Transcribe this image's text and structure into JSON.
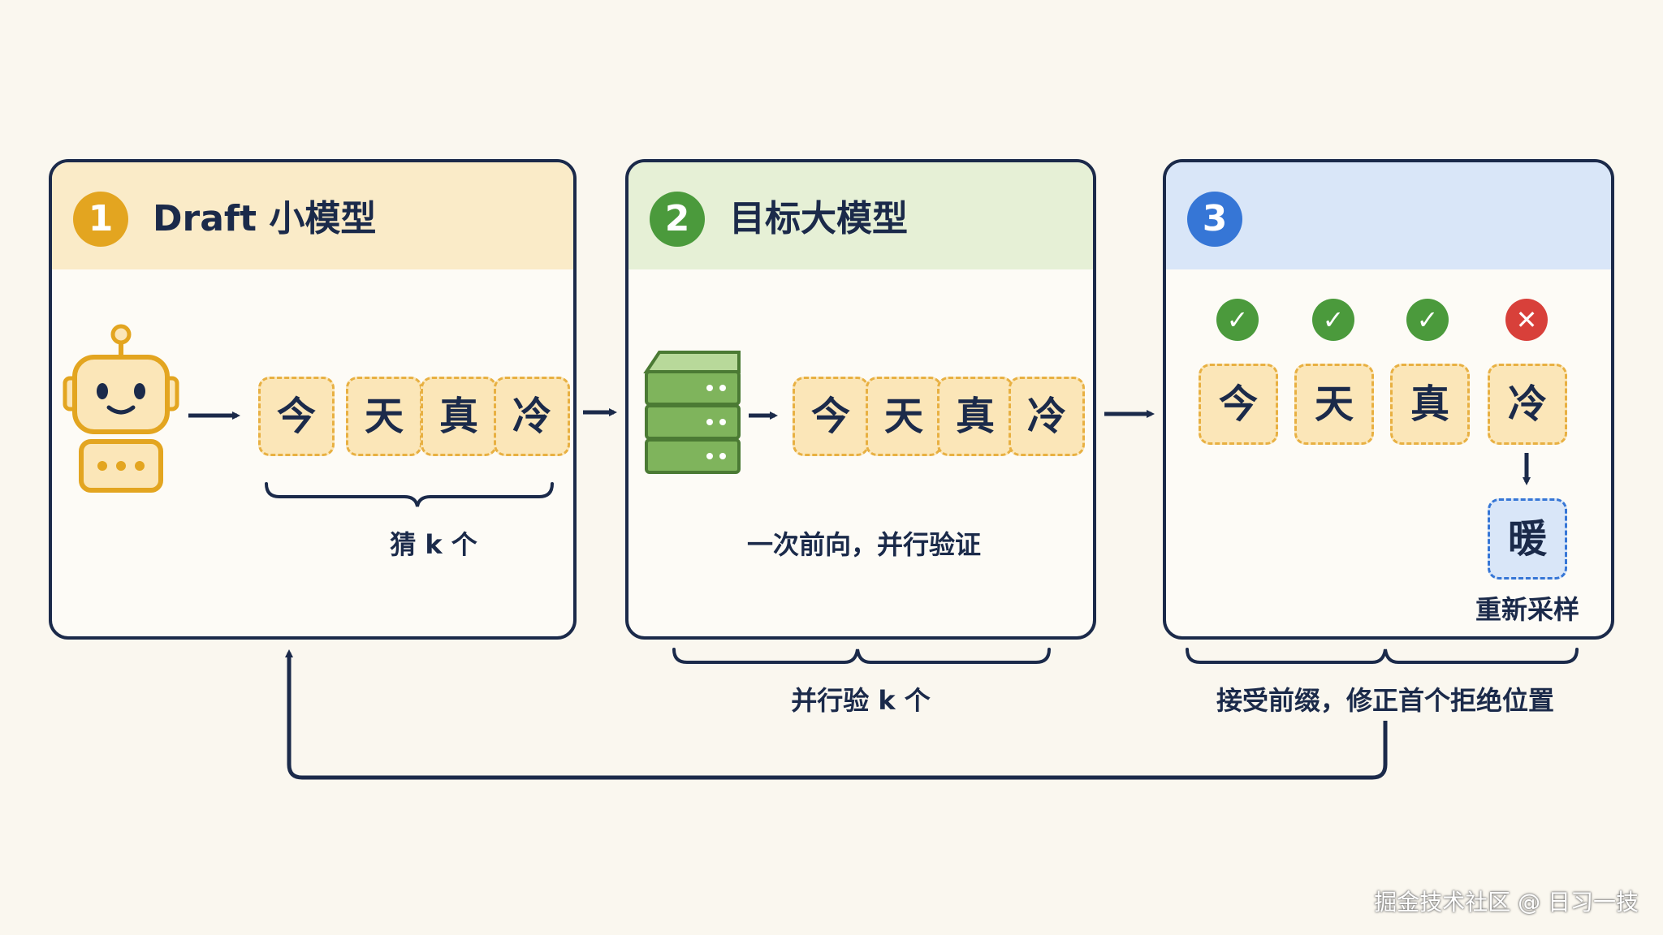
{
  "panels": [
    {
      "number": "1",
      "title": "Draft 小模型",
      "color": "#e3a520",
      "header_bg": "#faebc8"
    },
    {
      "number": "2",
      "title": "目标大模型",
      "color": "#4b9a3c",
      "header_bg": "#e6f0d6"
    },
    {
      "number": "3",
      "title": "",
      "color": "#3676d6",
      "header_bg": "#d9e6f8"
    }
  ],
  "tokens": [
    "今",
    "天",
    "真",
    "冷"
  ],
  "icons": {
    "draft": "robot-icon",
    "target": "server-stack-icon",
    "accept": "check-icon",
    "reject": "cross-icon"
  },
  "step1": {
    "caption": "猜 k 个"
  },
  "step2": {
    "caption": "一次前向，并行验证"
  },
  "step3": {
    "resampled_token": "暖",
    "resample_label": "重新采样",
    "statuses": [
      "accepted",
      "accepted",
      "accepted",
      "rejected"
    ]
  },
  "bottom": {
    "verify_label": "并行验 k 个",
    "accept_label": "接受前缀，修正首个拒绝位置"
  },
  "colors": {
    "outline": "#1b2a4a",
    "token_fill": "#fbe6b8",
    "token_border": "#e8b042",
    "resample_fill": "#d9e6f8",
    "resample_border": "#3676d6"
  },
  "watermark": "掘金技术社区 @ 日习一技"
}
